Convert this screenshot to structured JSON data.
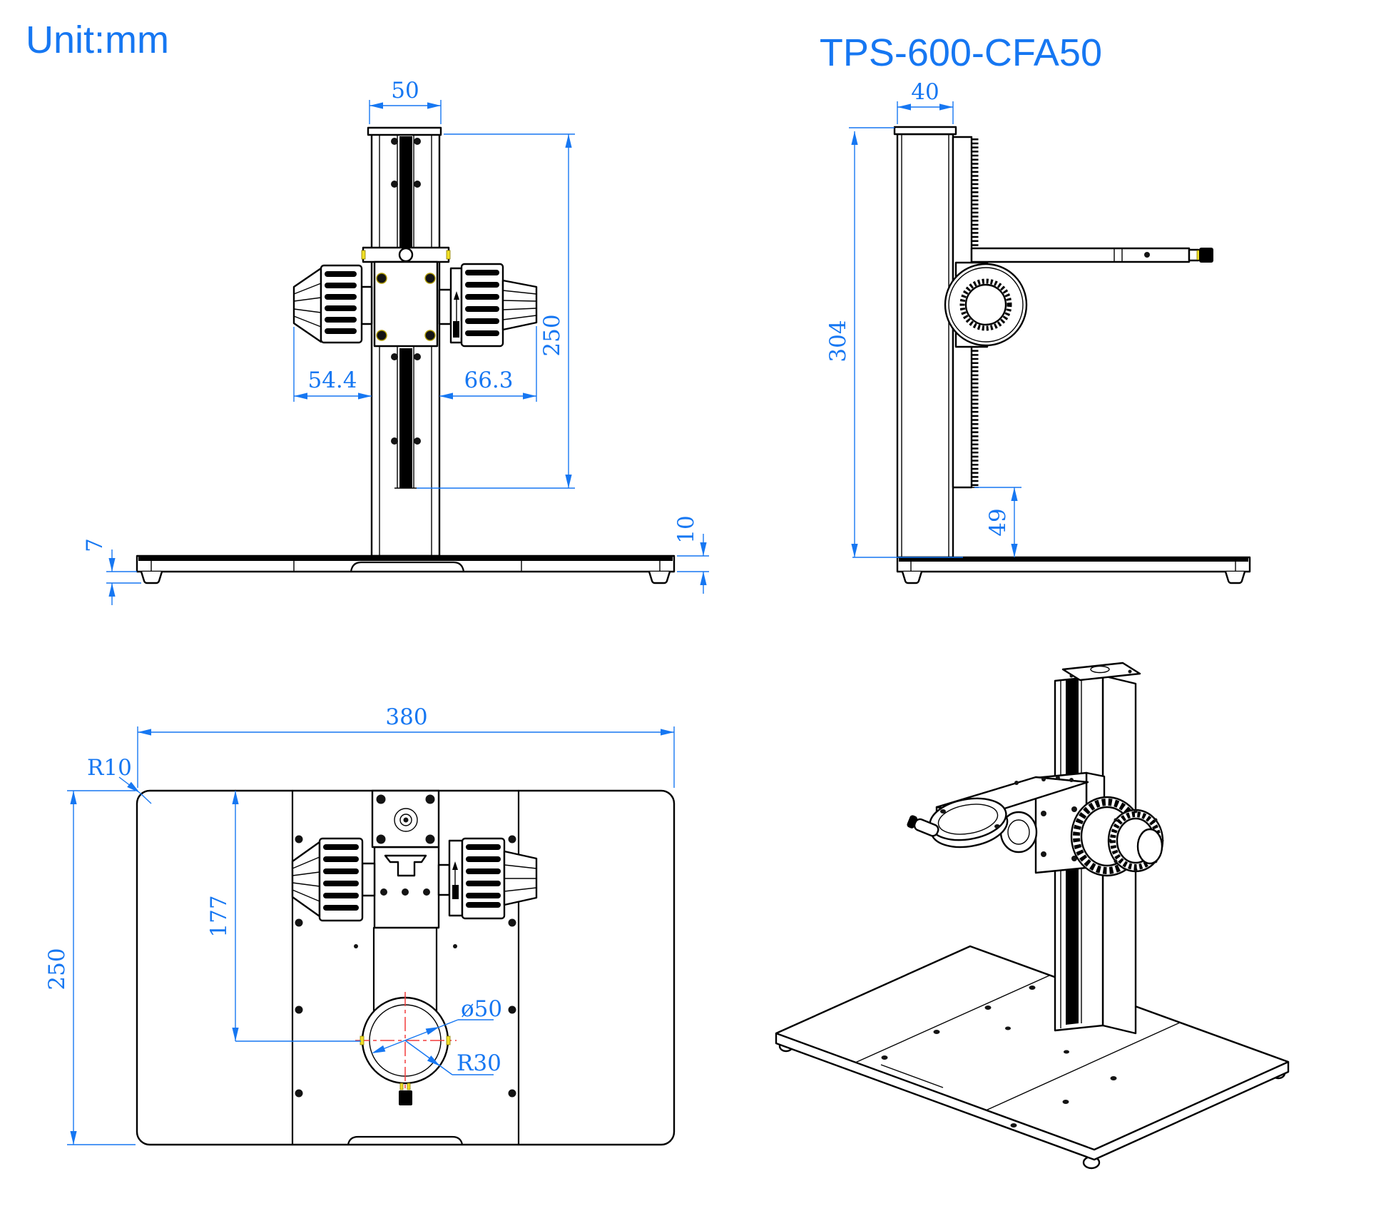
{
  "title": "TPS-600-CFA50",
  "unit_label": "Unit:mm",
  "colors": {
    "accent": "#1677f2",
    "line": "#000000",
    "centerline": "#f43b3b",
    "highlight": "#f0df26"
  },
  "views": {
    "front": {
      "name": "front view",
      "dims": {
        "column_width": "50",
        "travel_height": "250",
        "left_knob_offset": "54.4",
        "right_knob_offset": "66.3",
        "foot_height": "7",
        "base_thickness": "10"
      }
    },
    "side": {
      "name": "side view",
      "dims": {
        "column_depth": "40",
        "total_height": "304",
        "rack_to_base": "49"
      }
    },
    "top": {
      "name": "top view",
      "dims": {
        "base_width": "380",
        "base_depth": "250",
        "corner_radius": "R10",
        "column_to_center": "177",
        "hole_diameter": "ø50",
        "holder_radius": "R30"
      }
    },
    "iso": {
      "name": "isometric view"
    }
  }
}
